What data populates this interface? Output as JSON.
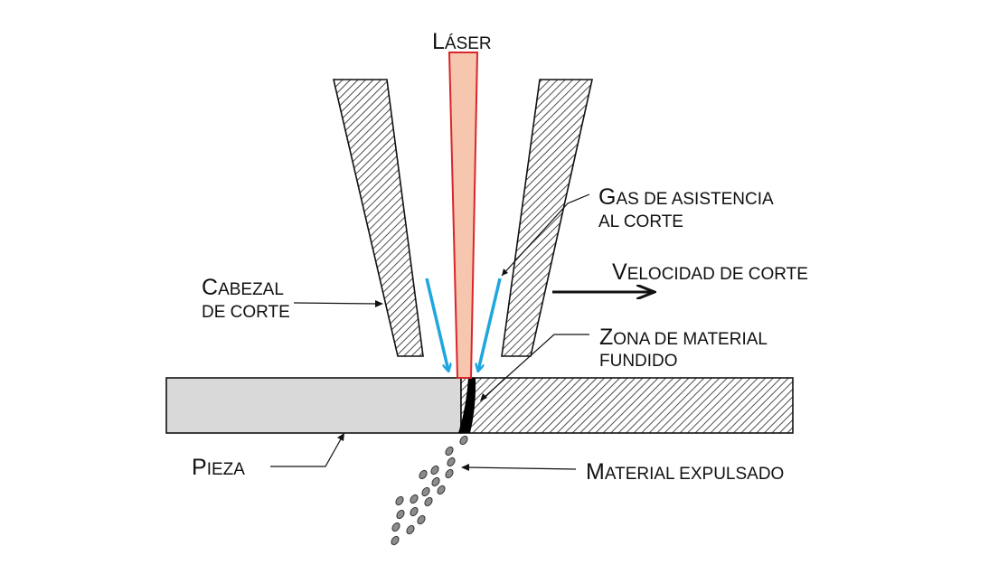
{
  "labels": {
    "laser": {
      "first": "L",
      "rest": "ÁSER"
    },
    "gas": {
      "line1_first": "G",
      "line1_rest": "AS DE ASISTENCIA",
      "line2": "AL CORTE"
    },
    "velocity": {
      "first": "V",
      "rest": "ELOCIDAD DE CORTE"
    },
    "cutting_head": {
      "line1_first": "C",
      "line1_rest": "ABEZAL",
      "line2": "DE CORTE"
    },
    "molten_zone": {
      "line1_first": "Z",
      "line1_rest": "ONA DE MATERIAL",
      "line2": "FUNDIDO"
    },
    "workpiece": {
      "first": "P",
      "rest": "IEZA"
    },
    "ejected": {
      "first": "M",
      "rest": "ATERIAL EXPULSADO"
    }
  },
  "colors": {
    "laser_fill": "#F6C6AE",
    "laser_stroke": "#D9262A",
    "gas_arrows": "#1EA6DF",
    "workpiece_fill": "#D9D9D9",
    "hatch": "#222222",
    "outline": "#111111",
    "molten": "#000000",
    "particles": "#8C8C8C"
  },
  "icons": [
    "gas-flow-arrow-icon",
    "cut-direction-arrow-icon"
  ]
}
